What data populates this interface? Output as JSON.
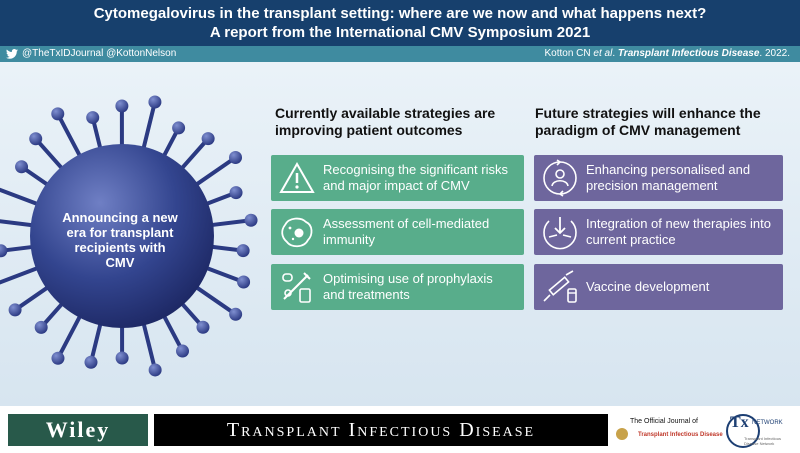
{
  "header": {
    "title_line1": "Cytomegalovirus in the transplant setting: where are we now and what happens next?",
    "title_line2": "A report from the International CMV Symposium 2021"
  },
  "subbar": {
    "handles": "@TheTxIDJournal  @KottonNelson",
    "citation_authors": "Kotton CN ",
    "citation_etal": "et al",
    "citation_dot": ". ",
    "citation_journal": "Transplant Infectious Disease",
    "citation_year": ".  2022."
  },
  "left": {
    "announce": "Announcing a new era for transplant recipients with CMV"
  },
  "current": {
    "heading": "Currently available strategies are improving patient outcomes",
    "items": [
      {
        "text": "Recognising the significant risks and major impact of CMV",
        "icon": "warning-icon"
      },
      {
        "text": "Assessment of cell-mediated immunity",
        "icon": "cell-icon"
      },
      {
        "text": "Optimising use of prophylaxis and treatments",
        "icon": "medication-icon"
      }
    ]
  },
  "future": {
    "heading": "Future strategies will enhance the paradigm of CMV management",
    "items": [
      {
        "text": "Enhancing personalised and precision management",
        "icon": "person-cycle-icon"
      },
      {
        "text": "Integration of new therapies into current practice",
        "icon": "integration-arrows-icon"
      },
      {
        "text": "Vaccine development",
        "icon": "syringe-icon"
      }
    ]
  },
  "footer": {
    "publisher": "Wiley",
    "journal": "Transplant Infectious Disease",
    "official_label": "The Official Journal of",
    "official_journal": "Transplant Infectious Disease",
    "network_tx": "Tx",
    "network_label": "NETWORK",
    "network_sub": "Transplant Infectious Disease Network"
  },
  "colors": {
    "header": "#17406d",
    "subbar": "#3f8ba0",
    "green_card": "#58ad8b",
    "purple_card": "#6e669d",
    "virus": "#2e3f86"
  }
}
